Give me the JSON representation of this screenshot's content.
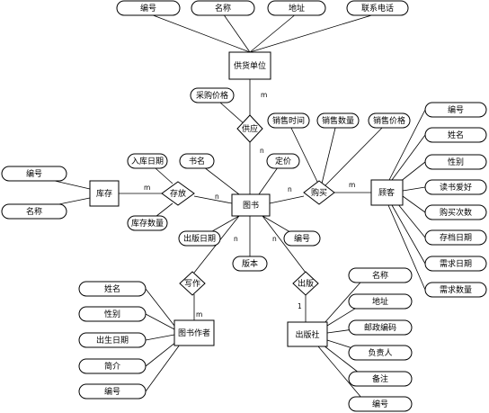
{
  "entities": {
    "supplier": "供货单位",
    "book": "图书",
    "stock": "库存",
    "customer": "顾客",
    "author": "图书作者",
    "publisher": "出版社"
  },
  "relationships": {
    "supply": "供应",
    "store": "存放",
    "buy": "购买",
    "write": "写作",
    "publish": "出版"
  },
  "attributes": {
    "supplier": [
      "编号",
      "名称",
      "地址",
      "联系电话"
    ],
    "supply": [
      "采购价格"
    ],
    "book": [
      "书名",
      "定价",
      "出版日期",
      "版本",
      "编号"
    ],
    "store": [
      "入库日期",
      "库存数量"
    ],
    "stock": [
      "编号",
      "名称"
    ],
    "buy": [
      "销售时间",
      "销售数量",
      "销售价格"
    ],
    "customer": [
      "编号",
      "姓名",
      "性别",
      "读书爱好",
      "购买次数",
      "存档日期",
      "需求日期",
      "需求数量"
    ],
    "author": [
      "姓名",
      "性别",
      "出生日期",
      "简介",
      "编号"
    ],
    "publisher": [
      "名称",
      "地址",
      "邮政编码",
      "负责人",
      "备注",
      "编号"
    ]
  },
  "cardinalities": {
    "supply_supplier": "m",
    "supply_book": "n",
    "store_stock": "m",
    "store_book": "n",
    "buy_book": "n",
    "buy_customer": "m",
    "write_book": "n",
    "write_author": "m",
    "publish_book": "n",
    "publish_publisher": "1"
  }
}
